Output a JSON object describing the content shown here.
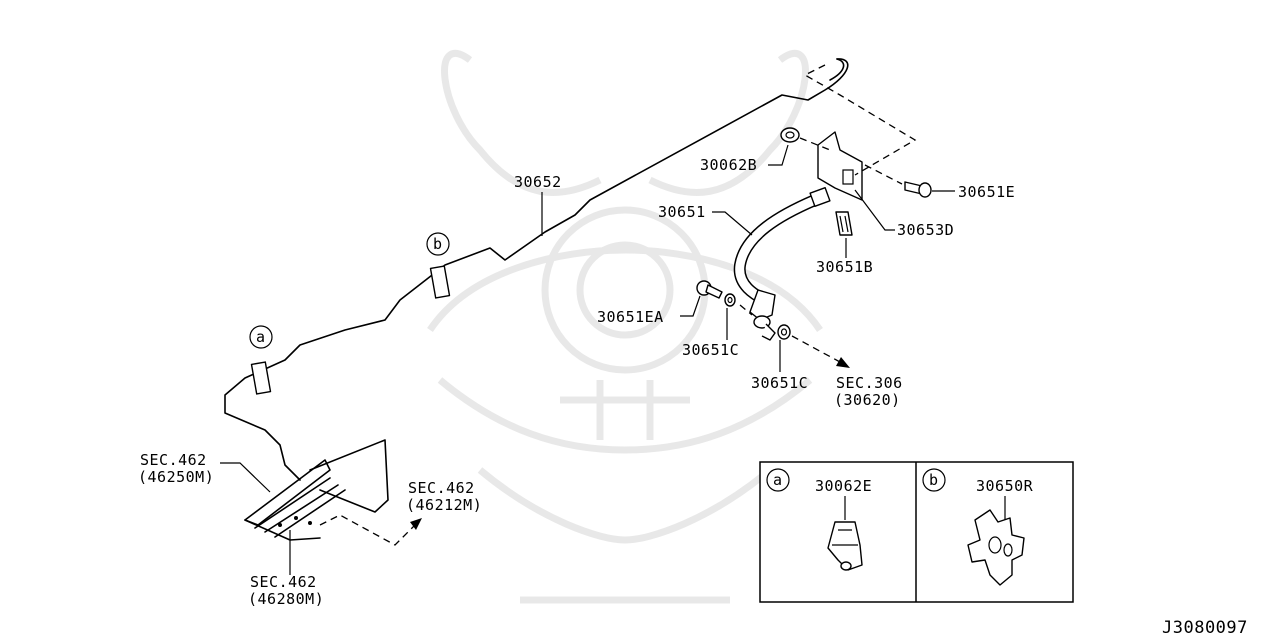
{
  "labels": {
    "p30652": "30652",
    "p30062B": "30062B",
    "p30651E": "30651E",
    "p30651": "30651",
    "p30653D": "30653D",
    "p30651B": "30651B",
    "p30651EA": "30651EA",
    "p30651C_1": "30651C",
    "p30651C_2": "30651C",
    "sec306": "SEC.306",
    "sec306_sub": "(30620)",
    "sec462_a": "SEC.462",
    "sec462_a_sub": "(46250M)",
    "sec462_b": "SEC.462",
    "sec462_b_sub": "(46212M)",
    "sec462_c": "SEC.462",
    "sec462_c_sub": "(46280M)",
    "ref_a": "a",
    "ref_b": "b",
    "inset_a_letter": "a",
    "inset_a_part": "30062E",
    "inset_b_letter": "b",
    "inset_b_part": "30650R",
    "diagram_code": "J3080097"
  },
  "icons": {
    "watermark": "samurai-helmet-watermark"
  }
}
